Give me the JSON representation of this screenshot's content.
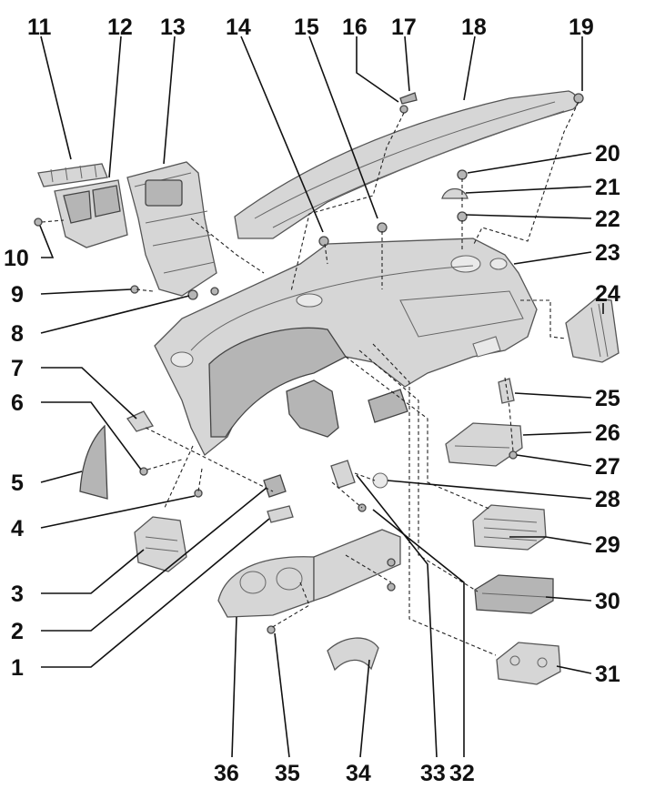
{
  "diagram": {
    "callouts": [
      "1",
      "2",
      "3",
      "4",
      "5",
      "6",
      "7",
      "8",
      "9",
      "10",
      "11",
      "12",
      "13",
      "14",
      "15",
      "16",
      "17",
      "18",
      "19",
      "20",
      "21",
      "22",
      "23",
      "24",
      "25",
      "26",
      "27",
      "28",
      "29",
      "30",
      "31",
      "32",
      "33",
      "34",
      "35",
      "36"
    ]
  }
}
